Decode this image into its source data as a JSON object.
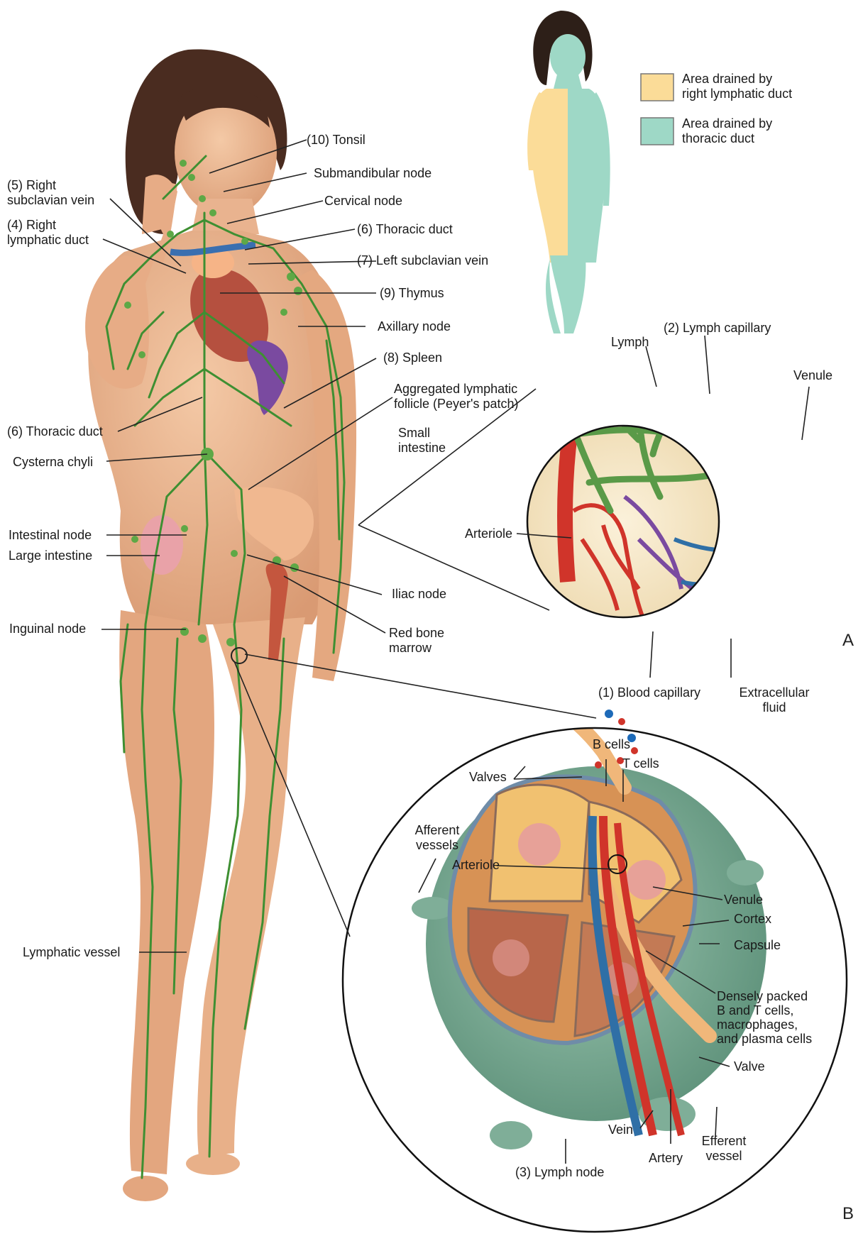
{
  "colors": {
    "right_lymphatic_area": "#fbdc98",
    "thoracic_area": "#9ed8c6",
    "lymph_vessel": "#3e8f32",
    "vein": "#2f6fa6",
    "artery": "#d0342a",
    "skin": "#eab38e",
    "node_tissue": "#7fae98"
  },
  "legend": {
    "right_lymphatic": "Area drained by\nright lymphatic duct",
    "thoracic": "Area drained by\nthoracic duct"
  },
  "body_labels": {
    "tonsil": "(10) Tonsil",
    "submandibular": "Submandibular node",
    "right_subclavian": "(5) Right\nsubclavian vein",
    "cervical": "Cervical node",
    "right_lymphatic_duct": "(4) Right\nlymphatic duct",
    "thoracic_duct_top": "(6) Thoracic duct",
    "left_subclavian": "(7) Left subclavian vein",
    "thymus": "(9) Thymus",
    "axillary": "Axillary node",
    "spleen": "(8) Spleen",
    "peyers_patch": "Aggregated lymphatic\nfollicle (Peyer's patch)",
    "thoracic_duct_left": "(6) Thoracic duct",
    "small_intestine": "Small\nintestine",
    "cysterna": "Cysterna chyli",
    "intestinal_node": "Intestinal node",
    "large_intestine": "Large intestine",
    "iliac_node": "Iliac node",
    "inguinal_node": "Inguinal node",
    "red_bone_marrow": "Red bone\nmarrow",
    "lymphatic_vessel": "Lymphatic vessel"
  },
  "inset_a": {
    "label": "A",
    "lymph": "Lymph",
    "lymph_capillary": "(2) Lymph capillary",
    "venule": "Venule",
    "arteriole": "Arteriole",
    "blood_capillary": "(1) Blood capillary",
    "extracellular_fluid": "Extracellular\nfluid"
  },
  "inset_b": {
    "label": "B",
    "b_cells": "B cells",
    "t_cells": "T cells",
    "valves": "Valves",
    "afferent_vessels": "Afferent\nvessels",
    "arteriole": "Arteriole",
    "venule": "Venule",
    "cortex": "Cortex",
    "capsule": "Capsule",
    "densely_packed": "Densely packed\nB and T cells,\nmacrophages,\nand plasma cells",
    "valve": "Valve",
    "vein": "Vein",
    "efferent_vessel": "Efferent\nvessel",
    "artery": "Artery",
    "lymph_node": "(3) Lymph node"
  }
}
